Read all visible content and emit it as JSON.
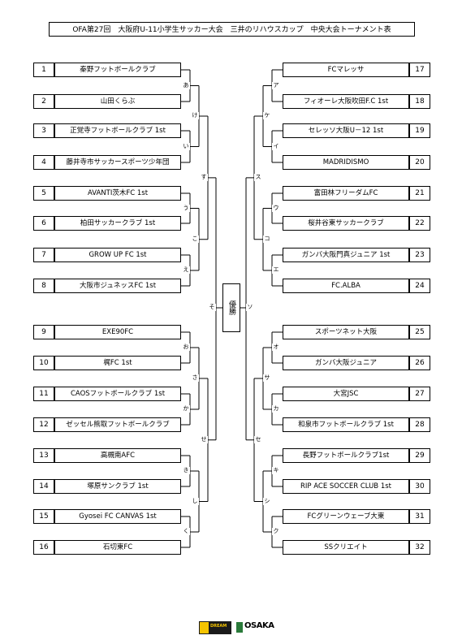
{
  "title": "OFA第27回　大阪府U-11小学生サッカー大会　三井のリハウスカップ　中央大会トーナメント表",
  "champion_label": "優勝",
  "left_teams": [
    {
      "no": "1",
      "name": "秦野フットボールクラブ"
    },
    {
      "no": "2",
      "name": "山田くらぶ"
    },
    {
      "no": "3",
      "name": "正覚寺フットボールクラブ 1st"
    },
    {
      "no": "4",
      "name": "藤井寺市サッカースポーツ少年団"
    },
    {
      "no": "5",
      "name": "AVANTI茨木FC 1st"
    },
    {
      "no": "6",
      "name": "柏田サッカークラブ 1st"
    },
    {
      "no": "7",
      "name": "GROW UP FC 1st"
    },
    {
      "no": "8",
      "name": "大阪市ジュネッスFC 1st"
    },
    {
      "no": "9",
      "name": "EXE90FC"
    },
    {
      "no": "10",
      "name": "梶FC 1st"
    },
    {
      "no": "11",
      "name": "CAOSフットボールクラブ 1st"
    },
    {
      "no": "12",
      "name": "ゼッセル熊取フットボールクラブ"
    },
    {
      "no": "13",
      "name": "高槻南AFC"
    },
    {
      "no": "14",
      "name": "塚原サンクラブ 1st"
    },
    {
      "no": "15",
      "name": "Gyosei FC CANVAS 1st"
    },
    {
      "no": "16",
      "name": "石切東FC"
    }
  ],
  "right_teams": [
    {
      "no": "17",
      "name": "FCマレッサ"
    },
    {
      "no": "18",
      "name": "フィオーレ大阪吹田F.C 1st"
    },
    {
      "no": "19",
      "name": "セレッソ大阪U－12 1st"
    },
    {
      "no": "20",
      "name": "MADRIDISMO"
    },
    {
      "no": "21",
      "name": "富田林フリーダムFC"
    },
    {
      "no": "22",
      "name": "桜井谷東サッカークラブ"
    },
    {
      "no": "23",
      "name": "ガンバ大阪門真ジュニア 1st"
    },
    {
      "no": "24",
      "name": "FC.ALBA"
    },
    {
      "no": "25",
      "name": "スポーツネット大阪"
    },
    {
      "no": "26",
      "name": "ガンバ大阪ジュニア"
    },
    {
      "no": "27",
      "name": "大宮JSC"
    },
    {
      "no": "28",
      "name": "和泉市フットボールクラブ 1st"
    },
    {
      "no": "29",
      "name": "長野フットボールクラブ1st"
    },
    {
      "no": "30",
      "name": "RIP ACE SOCCER CLUB 1st"
    },
    {
      "no": "31",
      "name": "FCグリーンウェーブ大東"
    },
    {
      "no": "32",
      "name": "SSクリエイト"
    }
  ],
  "left_match_labels": {
    "r1": [
      "あ",
      "い",
      "う",
      "え",
      "お",
      "か",
      "き",
      "く"
    ],
    "r2": [
      "け",
      "こ",
      "さ",
      "し"
    ],
    "r3": [
      "す",
      "せ"
    ],
    "r4": "そ"
  },
  "right_match_labels": {
    "r1": [
      "ア",
      "イ",
      "ウ",
      "エ",
      "オ",
      "カ",
      "キ",
      "ク"
    ],
    "r2": [
      "ケ",
      "コ",
      "サ",
      "シ"
    ],
    "r3": [
      "ス",
      "セ"
    ],
    "r4": "ソ"
  },
  "footer_logos": [
    "DREAM",
    "OSAKA"
  ]
}
